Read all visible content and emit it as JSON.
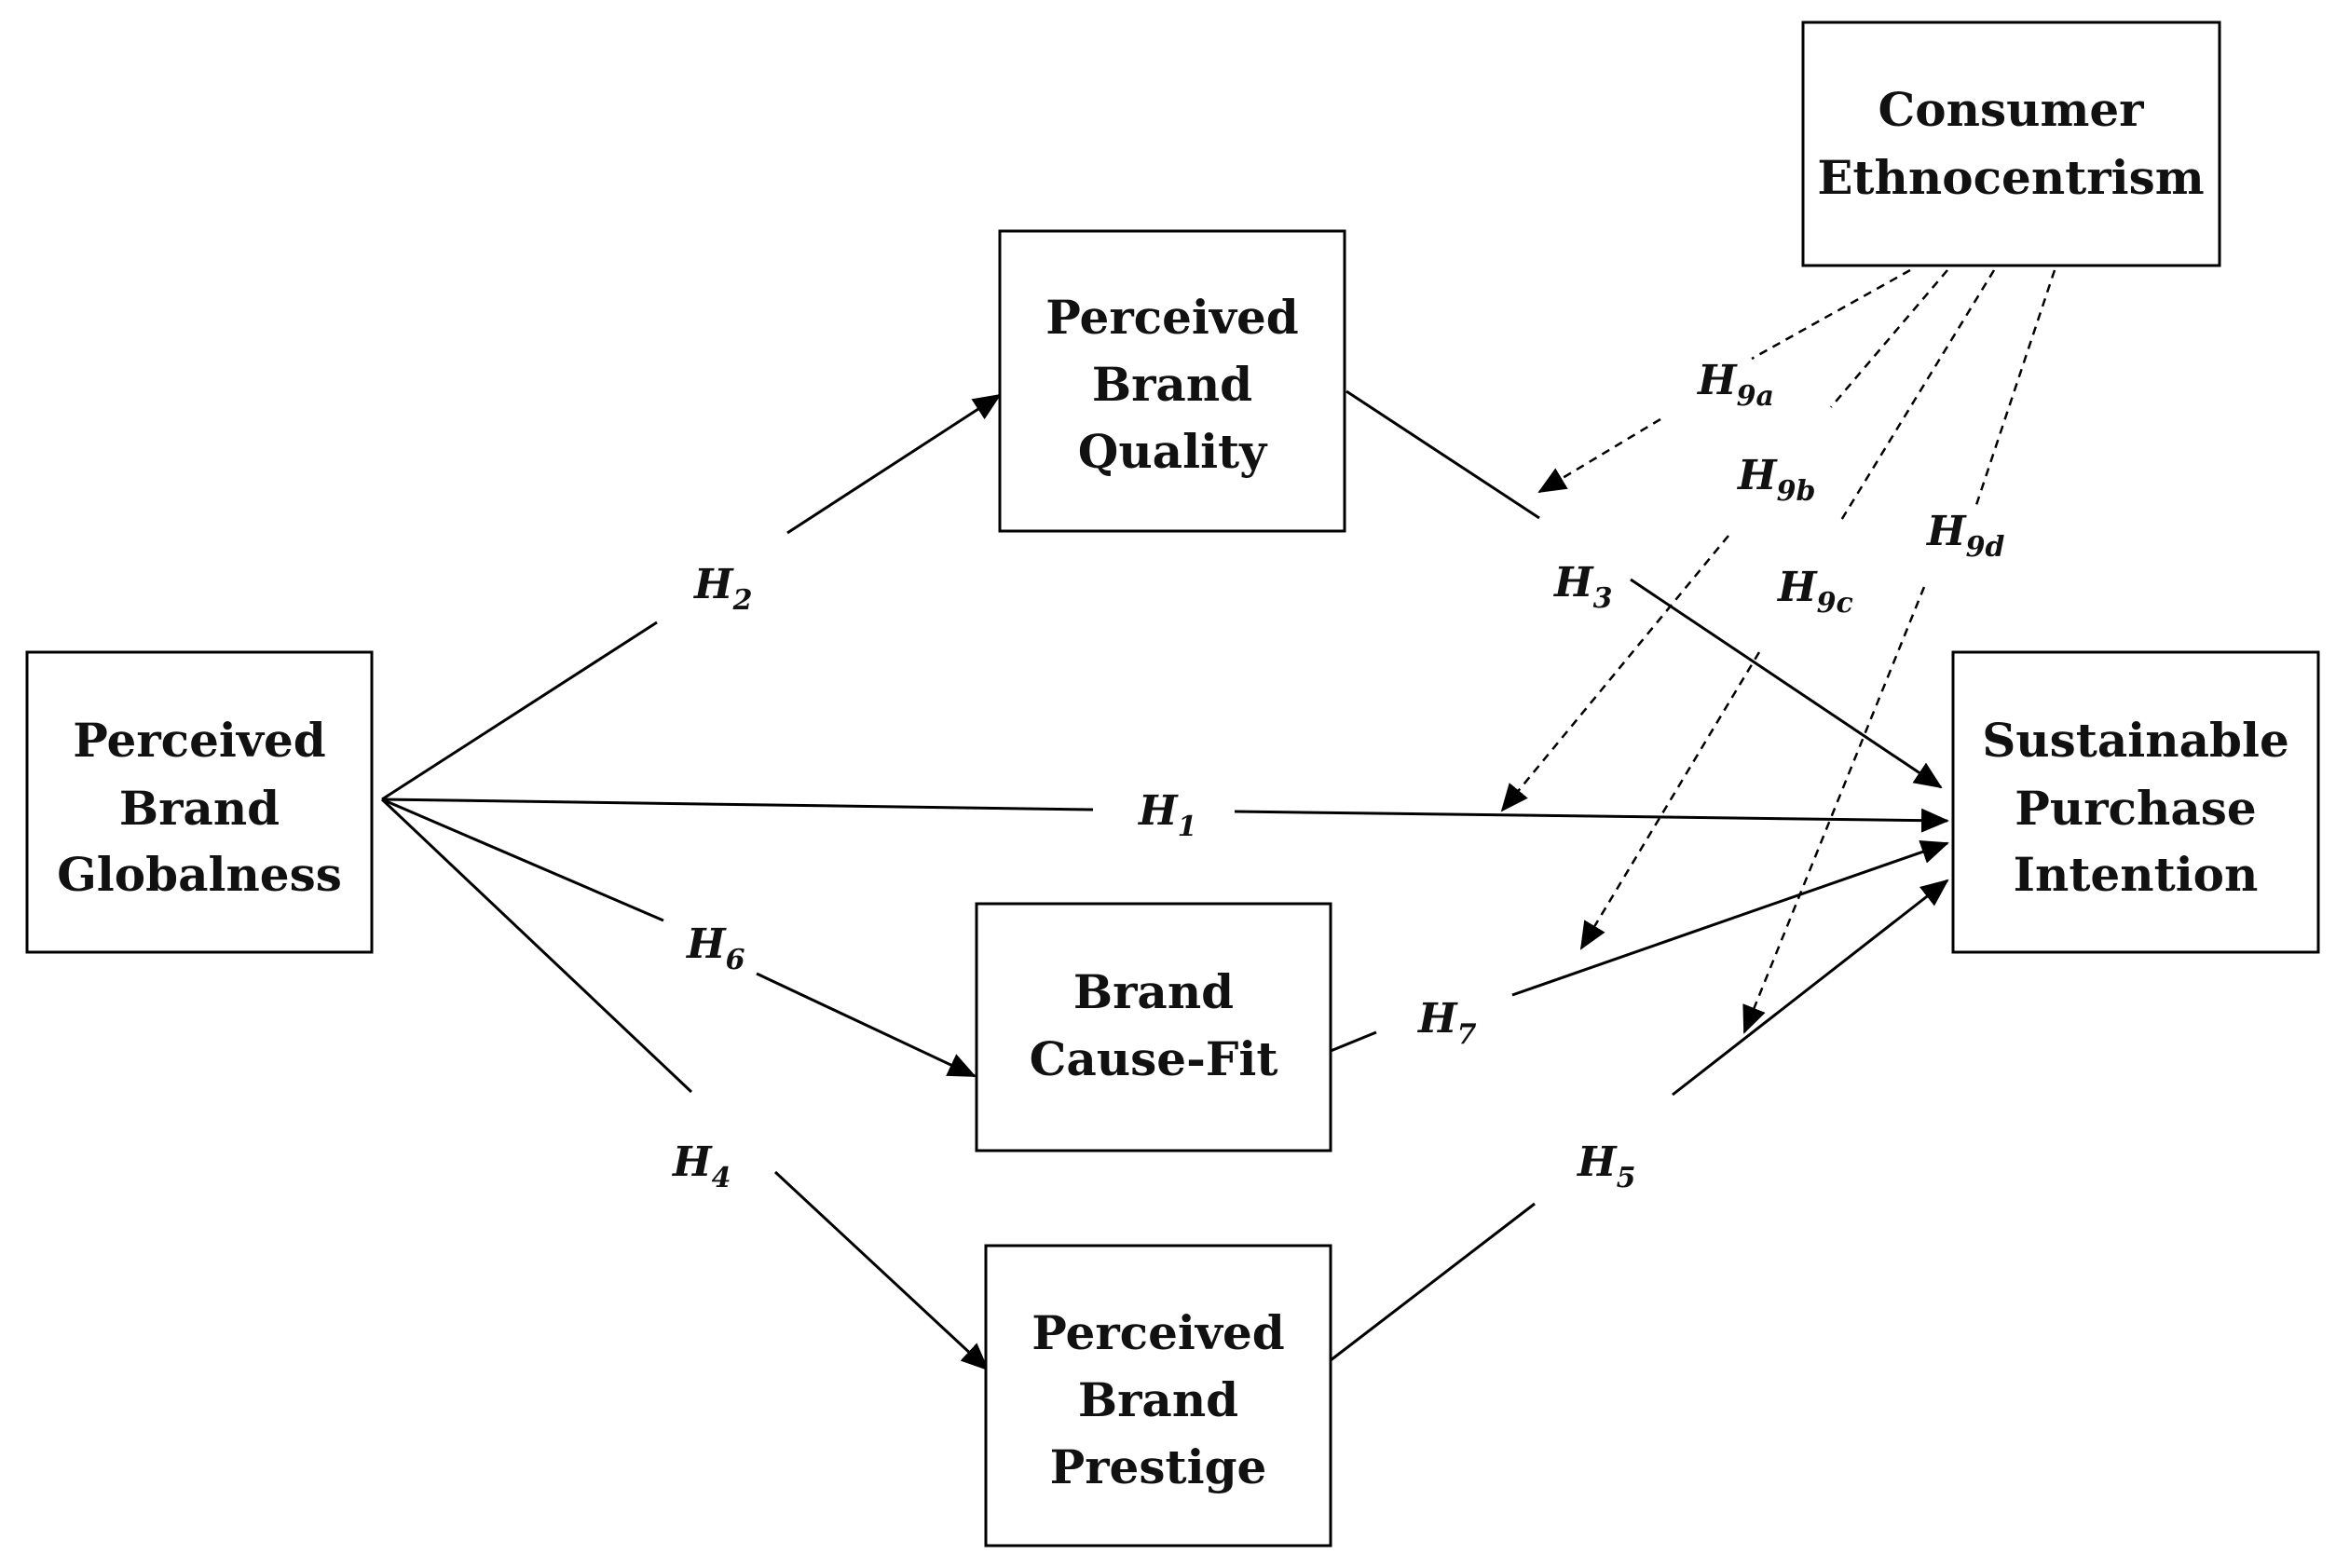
{
  "nodes": {
    "pbg": {
      "lines": [
        "Perceived",
        "Brand",
        "Globalness"
      ]
    },
    "pbq": {
      "lines": [
        "Perceived",
        "Brand",
        "Quality"
      ]
    },
    "bcf": {
      "lines": [
        "Brand",
        "Cause-Fit"
      ]
    },
    "pbp": {
      "lines": [
        "Perceived",
        "Brand",
        "Prestige"
      ]
    },
    "spi": {
      "lines": [
        "Sustainable",
        "Purchase",
        "Intention"
      ]
    },
    "ce": {
      "lines": [
        "Consumer",
        "Ethnocentrism"
      ]
    }
  },
  "hypotheses": {
    "h1": {
      "main": "H",
      "sub": "1"
    },
    "h2": {
      "main": "H",
      "sub": "2"
    },
    "h3": {
      "main": "H",
      "sub": "3"
    },
    "h4": {
      "main": "H",
      "sub": "4"
    },
    "h5": {
      "main": "H",
      "sub": "5"
    },
    "h6": {
      "main": "H",
      "sub": "6"
    },
    "h7": {
      "main": "H",
      "sub": "7"
    },
    "h9a": {
      "main": "H",
      "sub": "9a"
    },
    "h9b": {
      "main": "H",
      "sub": "9b"
    },
    "h9c": {
      "main": "H",
      "sub": "9c"
    },
    "h9d": {
      "main": "H",
      "sub": "9d"
    }
  }
}
